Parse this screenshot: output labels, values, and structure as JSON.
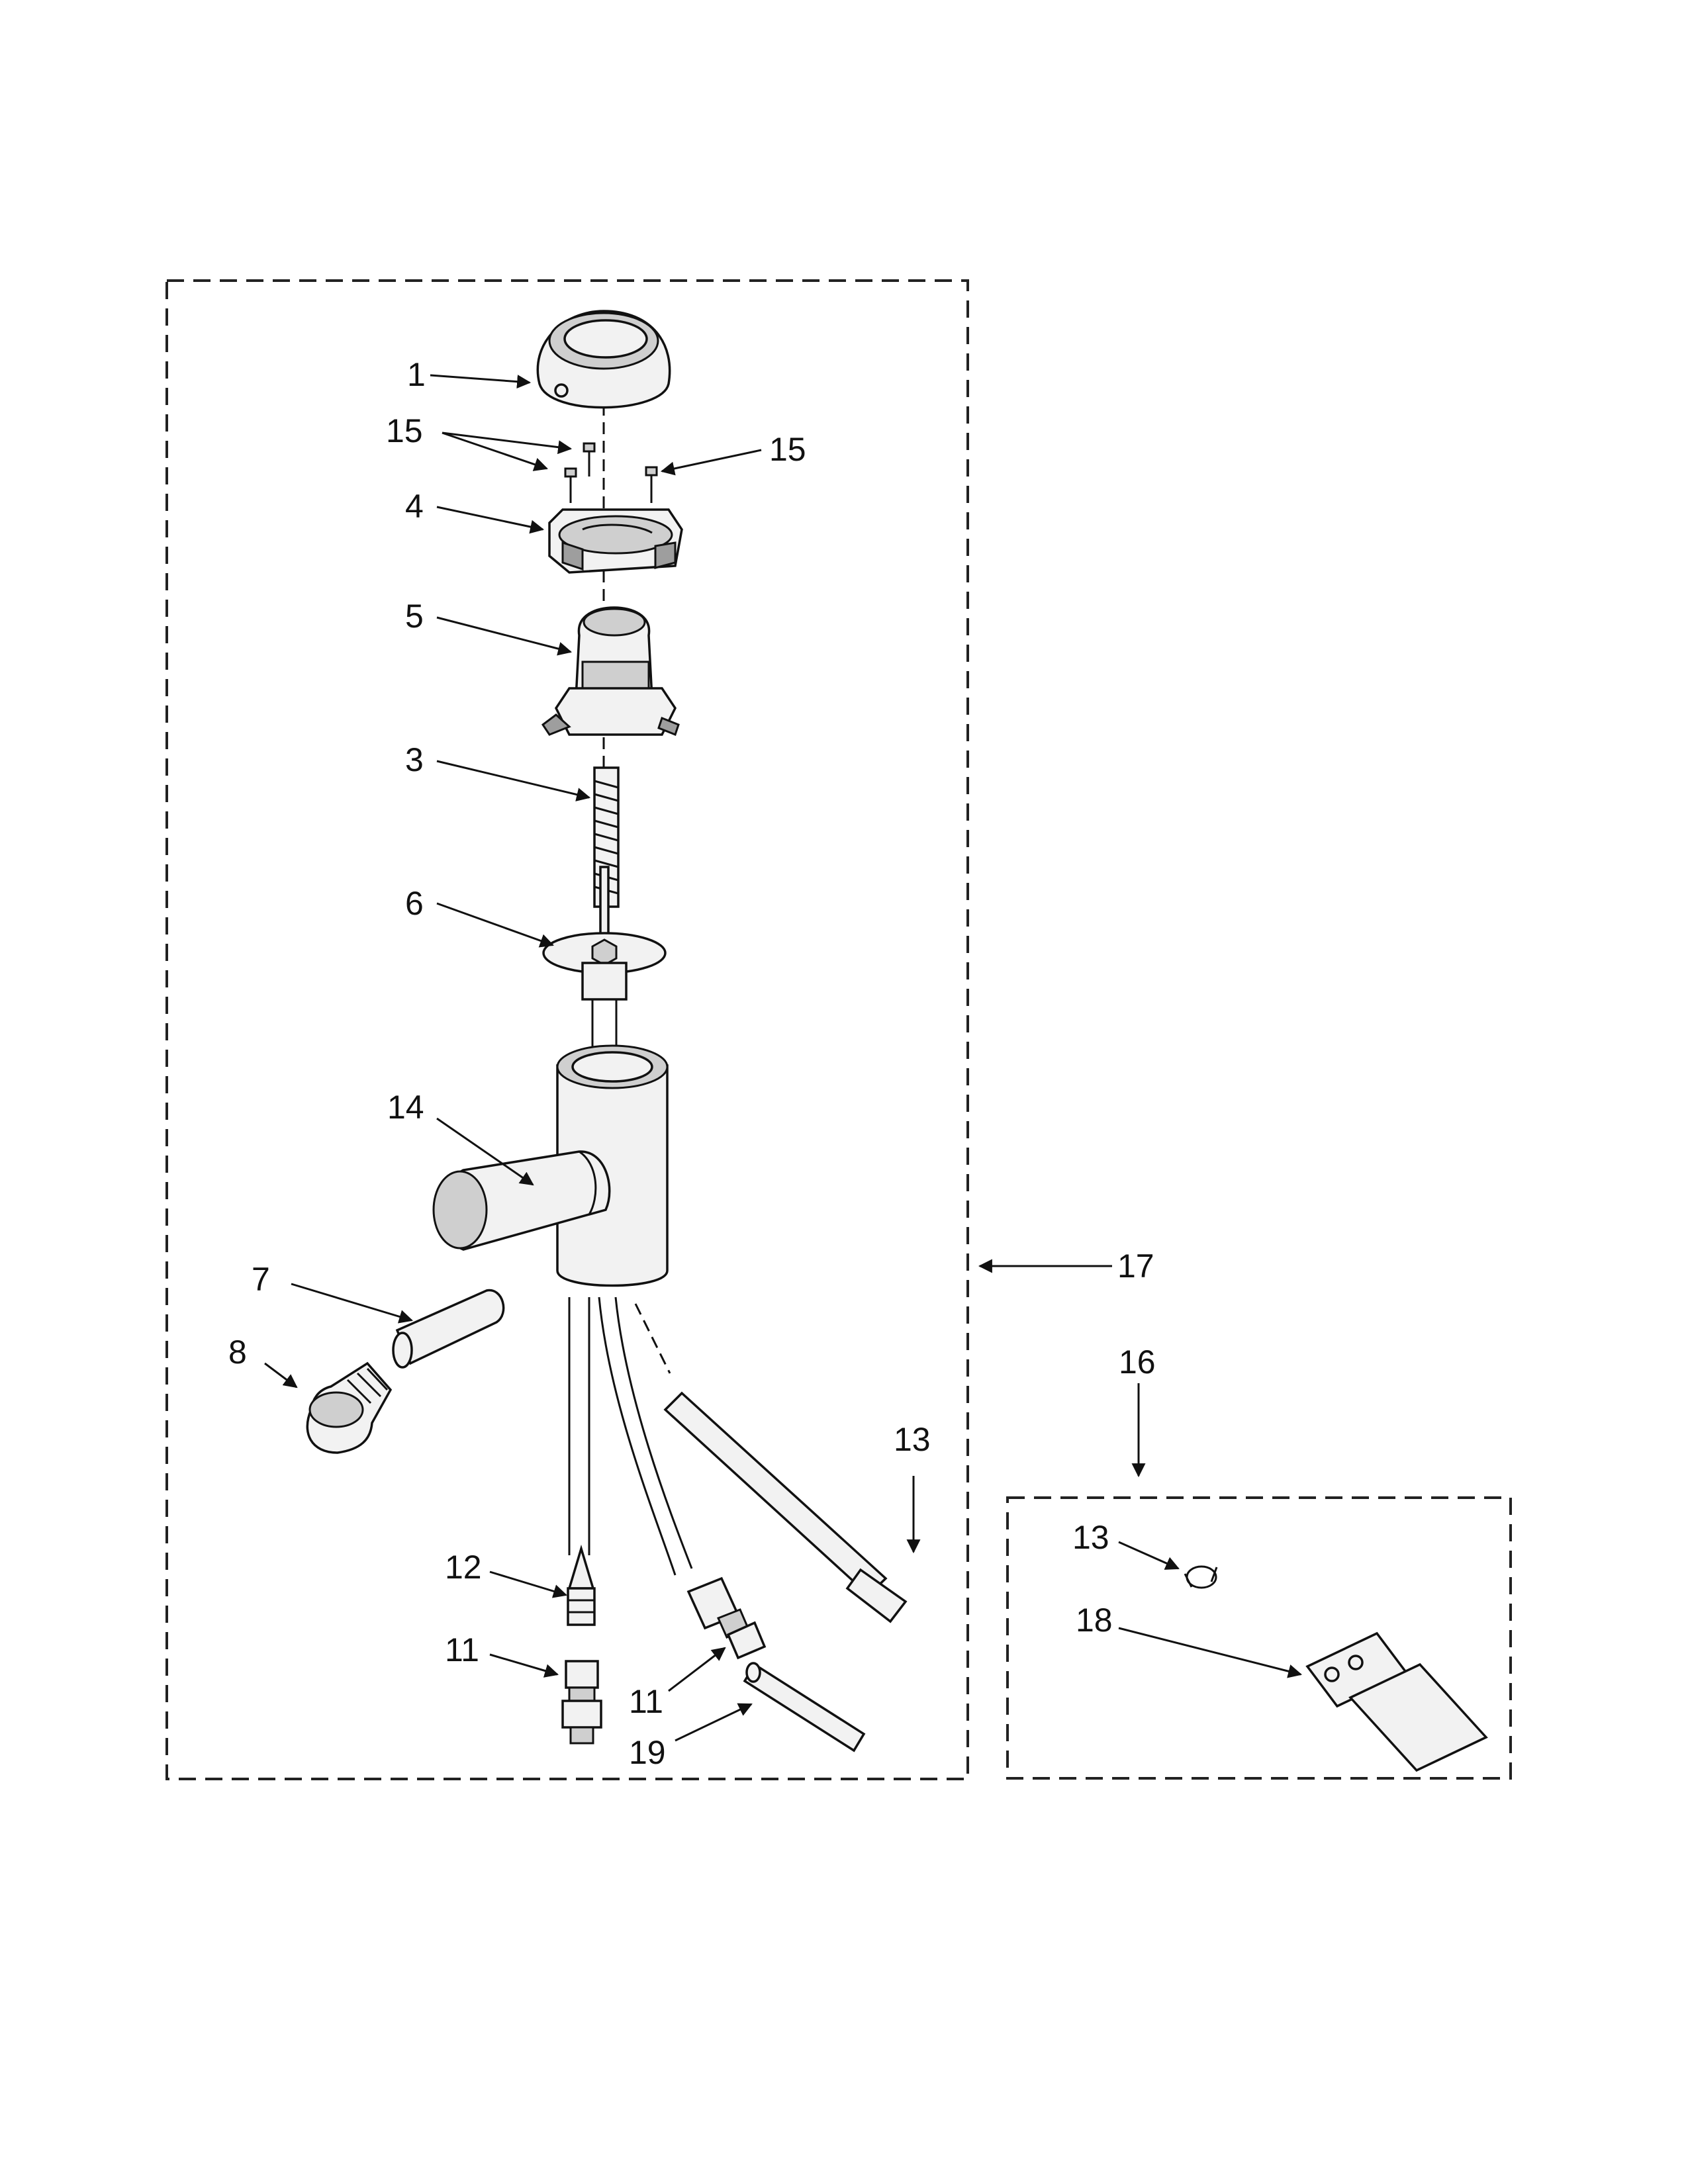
{
  "diagram": {
    "callouts": {
      "c1": "1",
      "c15a": "15",
      "c15b": "15",
      "c4": "4",
      "c5": "5",
      "c3": "3",
      "c6": "6",
      "c14": "14",
      "c7": "7",
      "c8": "8",
      "c17": "17",
      "c16": "16",
      "c13a": "13",
      "c13b": "13",
      "c18": "18",
      "c12": "12",
      "c11a": "11",
      "c11b": "11",
      "c19": "19"
    }
  }
}
